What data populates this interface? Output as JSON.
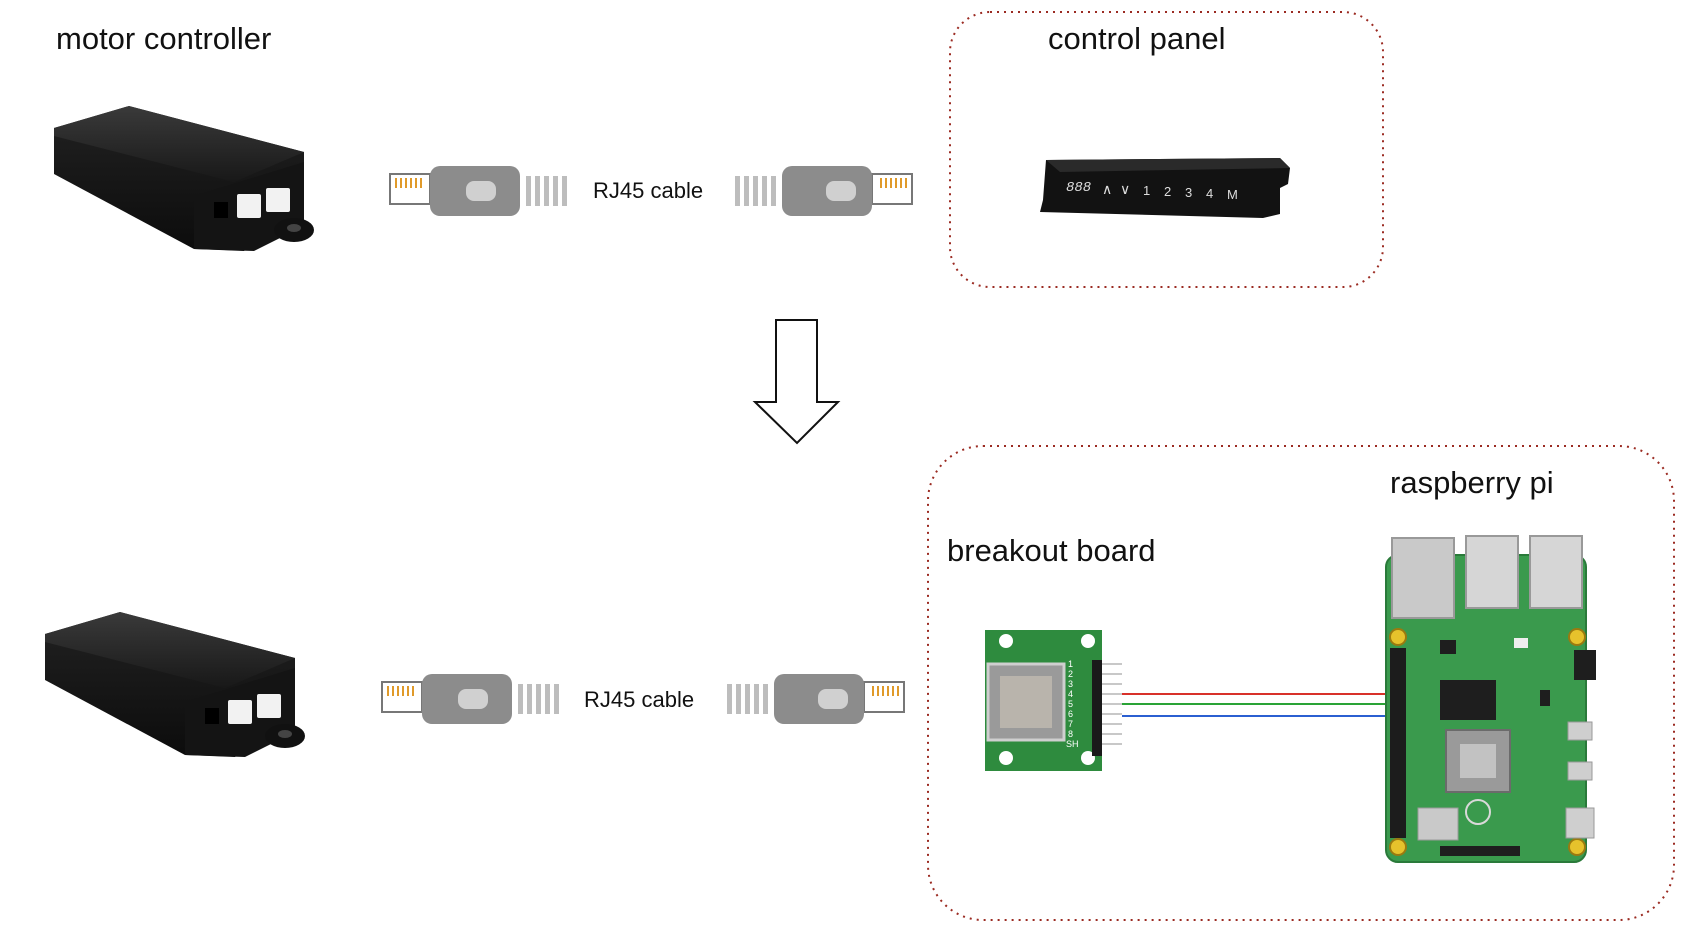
{
  "top": {
    "motor_controller_label": "motor controller",
    "cable_label": "RJ45 cable",
    "control_panel_label": "control panel",
    "control_panel_keys": [
      "888",
      "^",
      "v",
      "1",
      "2",
      "3",
      "4",
      "M"
    ]
  },
  "bottom": {
    "cable_label": "RJ45 cable",
    "breakout_board_label": "breakout board",
    "raspberry_pi_label": "raspberry pi",
    "breakout_pin_labels": [
      "1",
      "2",
      "3",
      "4",
      "5",
      "6",
      "7",
      "8",
      "SH"
    ]
  },
  "colors": {
    "group_border": "#9b2b22",
    "wire_red": "#d8312a",
    "wire_green": "#2aa336",
    "wire_blue": "#2b5fd1",
    "pcb_green": "#2e8b3e",
    "connector_gray": "#8c8c8c"
  }
}
